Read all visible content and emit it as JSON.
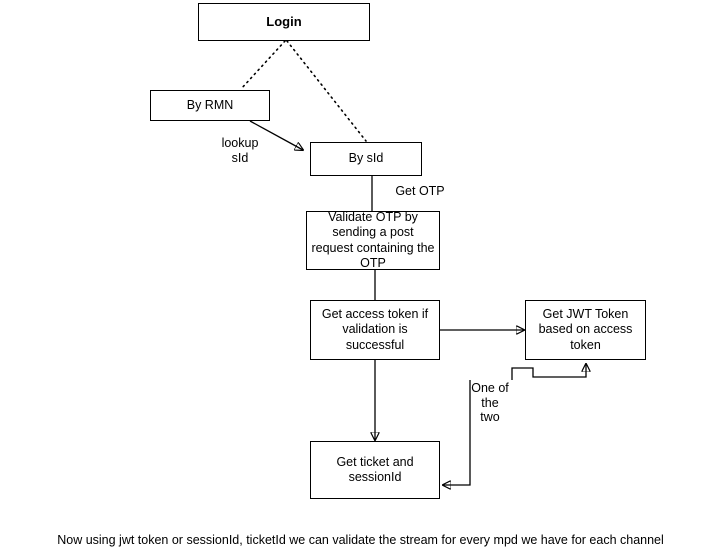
{
  "diagram": {
    "type": "flowchart",
    "nodes": [
      {
        "id": "login",
        "label": "Login"
      },
      {
        "id": "by_rmn",
        "label": "By RMN"
      },
      {
        "id": "by_sid",
        "label": "By sId"
      },
      {
        "id": "validate_otp",
        "label": "Validate OTP by sending a post request containing the OTP"
      },
      {
        "id": "access_token",
        "label": "Get access token if validation is successful"
      },
      {
        "id": "jwt_token",
        "label": "Get JWT Token based on access token"
      },
      {
        "id": "ticket_session",
        "label": "Get ticket and sessionId"
      }
    ],
    "edge_labels": [
      {
        "id": "lookup",
        "label": "lookup\nsId"
      },
      {
        "id": "get_otp",
        "label": "Get OTP"
      },
      {
        "id": "one_of_two",
        "label": "One of\nthe\ntwo"
      }
    ],
    "caption": "Now using jwt token or sessionId, ticketId we can validate the stream for every mpd we have for each channel",
    "colors": {
      "stroke": "#000000",
      "fill": "#ffffff",
      "text": "#000000"
    }
  }
}
